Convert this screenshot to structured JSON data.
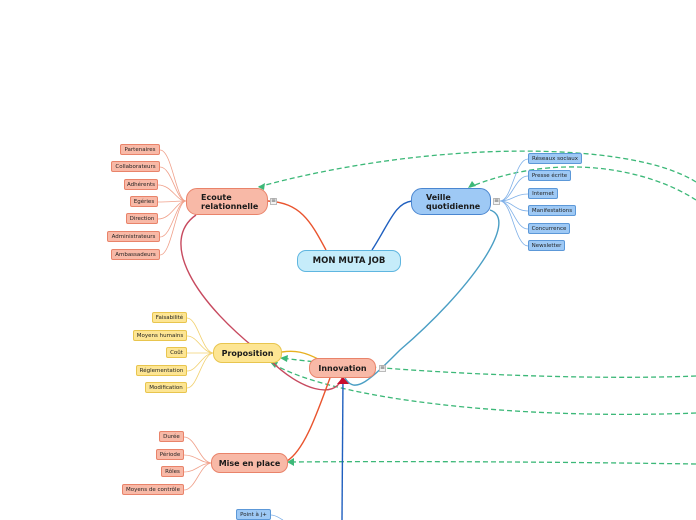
{
  "central": {
    "label": "MON MUTA JOB",
    "color": "#c6ecfa",
    "border": "#5fb6e0"
  },
  "topics": {
    "ecoute": {
      "label": "Ecoute relationnelle",
      "color": "#f8b9a7",
      "border": "#e9836a"
    },
    "veille": {
      "label": "Veille quotidienne",
      "color": "#9ec9f5",
      "border": "#4a86d0"
    },
    "proposition": {
      "label": "Proposition",
      "color": "#fde593",
      "border": "#e8c54e"
    },
    "innovation": {
      "label": "Innovation",
      "color": "#f8b9a7",
      "border": "#e9836a"
    },
    "mise": {
      "label": "Mise en place",
      "color": "#f8b9a7",
      "border": "#e9836a"
    }
  },
  "ecoute_items": [
    "Partenaires",
    "Collaborateurs",
    "Adhérents",
    "Egéries",
    "Direction",
    "Administrateurs",
    "Ambassadeurs"
  ],
  "veille_items": [
    "Réseaux sociaux",
    "Presse écrite",
    "Internet",
    "Manifestations",
    "Concurrence",
    "Newsletter"
  ],
  "proposition_items": [
    "Faisabilité",
    "Moyens humains",
    "Coût",
    "Réglementation",
    "Modification"
  ],
  "mise_items": [
    "Durée",
    "Période",
    "Rôles",
    "Moyens de contrôle"
  ],
  "bottom_items": [
    "Point à j+"
  ],
  "icons": {
    "notes": "notes-icon"
  },
  "colors": {
    "relation": "#3cb878",
    "ecoute_line": "#e9836a",
    "veille_line": "#1f5fbf",
    "innovation_line": "#c74a5f",
    "arrow_red": "#c8102e"
  }
}
